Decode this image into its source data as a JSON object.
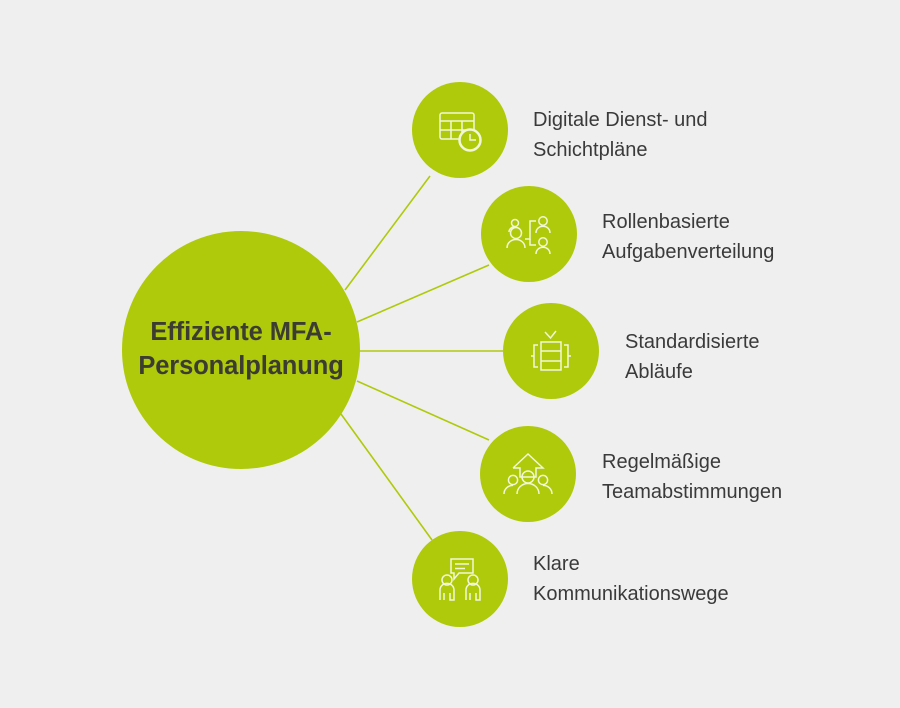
{
  "background_color": "#efefef",
  "accent_color": "#afca0b",
  "text_color": "#3a3a3a",
  "hub": {
    "label": "Effiziente MFA-\nPersonalplanung",
    "text_color": "#3c3c32"
  },
  "nodes": [
    {
      "id": "digitale-dienst-und-schichtplaene",
      "icon": "schedule-table-clock-icon",
      "label": "Digitale Dienst- und\nSchichtpläne"
    },
    {
      "id": "rollenbasierte-aufgabenverteilung",
      "icon": "org-chart-people-icon",
      "label": "Rollenbasierte\nAufgabenverteilung"
    },
    {
      "id": "standardisierte-ablaeufe",
      "icon": "process-stack-check-icon",
      "label": "Standardisierte\nAbläufe"
    },
    {
      "id": "regelmaessige-teamabstimmungen",
      "icon": "team-arrow-up-icon",
      "label": "Regelmäßige\nTeamabstimmungen"
    },
    {
      "id": "klare-kommunikationswege",
      "icon": "two-people-speech-bubble-icon",
      "label": "Klare\nKommunikationswege"
    }
  ]
}
